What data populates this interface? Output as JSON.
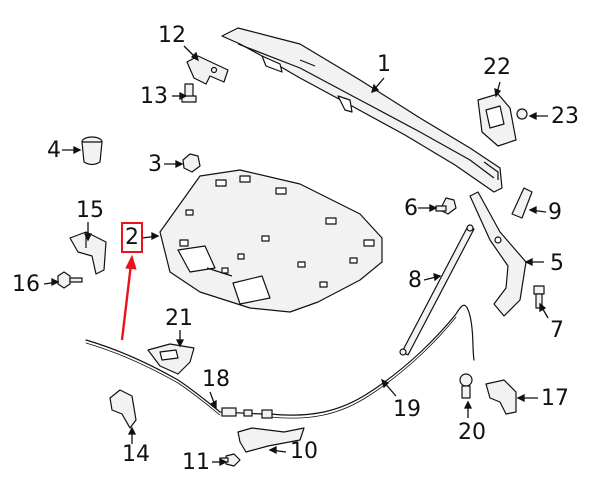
{
  "diagram": {
    "callouts": [
      {
        "id": "1",
        "label": "1"
      },
      {
        "id": "2",
        "label": "2"
      },
      {
        "id": "3",
        "label": "3"
      },
      {
        "id": "4",
        "label": "4"
      },
      {
        "id": "5",
        "label": "5"
      },
      {
        "id": "6",
        "label": "6"
      },
      {
        "id": "7",
        "label": "7"
      },
      {
        "id": "8",
        "label": "8"
      },
      {
        "id": "9",
        "label": "9"
      },
      {
        "id": "10",
        "label": "10"
      },
      {
        "id": "11",
        "label": "11"
      },
      {
        "id": "12",
        "label": "12"
      },
      {
        "id": "13",
        "label": "13"
      },
      {
        "id": "14",
        "label": "14"
      },
      {
        "id": "15",
        "label": "15"
      },
      {
        "id": "16",
        "label": "16"
      },
      {
        "id": "17",
        "label": "17"
      },
      {
        "id": "18",
        "label": "18"
      },
      {
        "id": "19",
        "label": "19"
      },
      {
        "id": "20",
        "label": "20"
      },
      {
        "id": "21",
        "label": "21"
      },
      {
        "id": "22",
        "label": "22"
      },
      {
        "id": "23",
        "label": "23"
      }
    ],
    "highlighted_part": "2",
    "colors": {
      "line": "#111111",
      "part_fill": "#f2f2f2",
      "highlight": "#e8141b"
    }
  }
}
